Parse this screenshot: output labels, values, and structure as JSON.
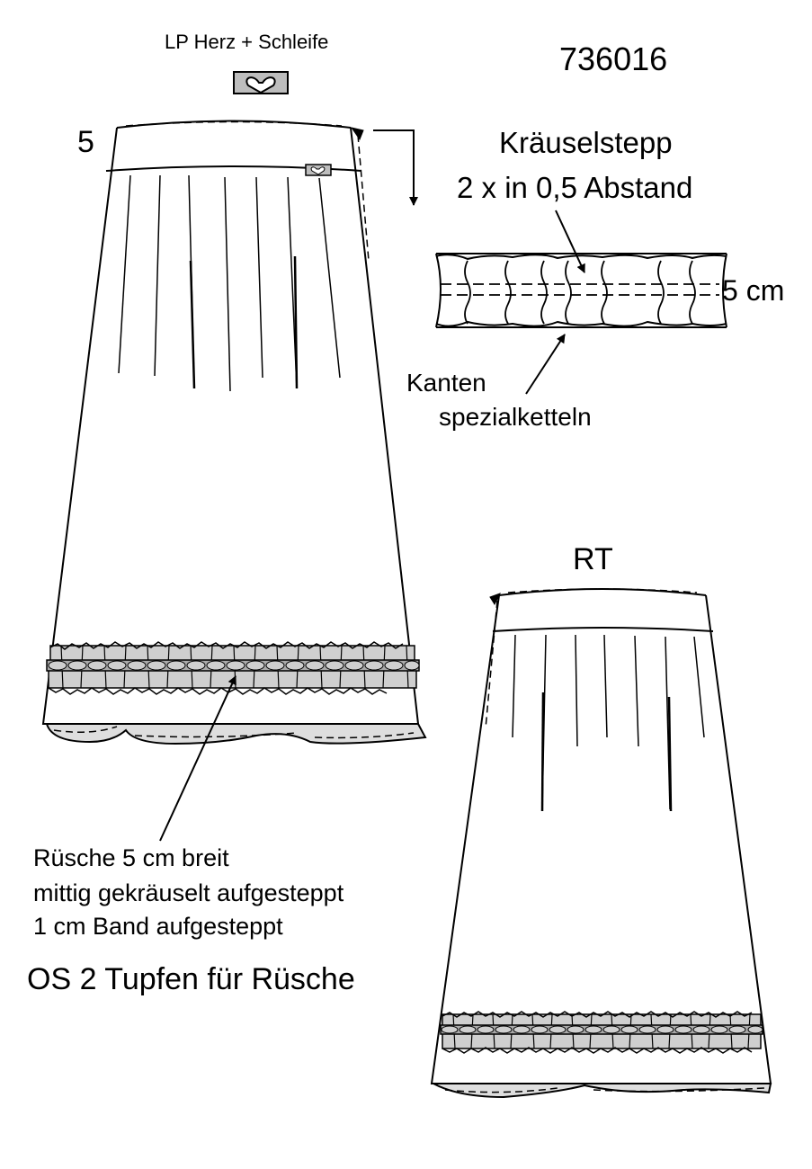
{
  "labels": {
    "logo_placement": "LP Herz + Schleife",
    "style_number": "736016",
    "front_view_number": "5",
    "gather_stitch_line1": "Kräuselstepp",
    "gather_stitch_line2": "2 x in 0,5 Abstand",
    "ruffle_width": "5 cm",
    "edge_finish_line1": "Kanten",
    "edge_finish_line2": "spezialketteln",
    "back_view": "RT",
    "ruffle_note_line1": "Rüsche 5 cm breit",
    "ruffle_note_line2": "mittig gekräuselt aufgesteppt",
    "ruffle_note_line3": "1 cm Band aufgesteppt",
    "upper_fabric_note": "OS 2 Tupfen für Rüsche"
  },
  "colors": {
    "line": "#000000",
    "ruffle_fill": "#cfcfcf",
    "hem_fill": "#dedede",
    "logo_fill": "#bdbdbd",
    "band_fill": "#a9a9a9"
  },
  "icons": {
    "logo": "heart-bow-icon"
  }
}
